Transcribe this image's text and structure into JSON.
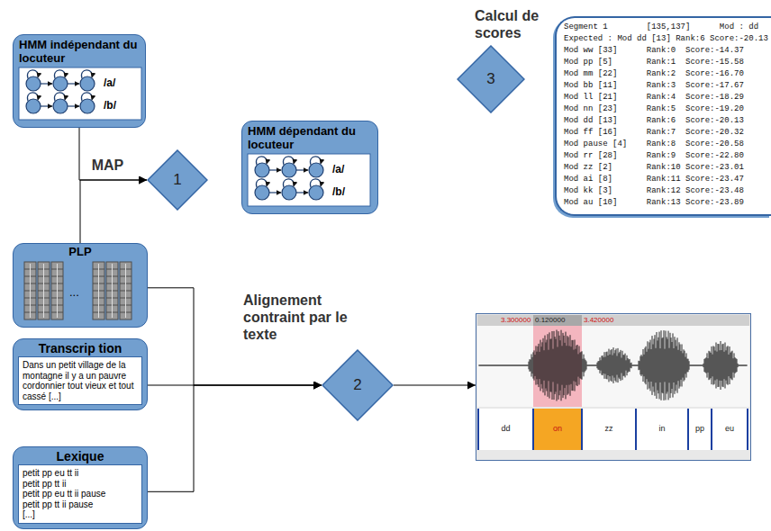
{
  "diagram": {
    "nodes": [
      {
        "text": [
          "HMM indépendant du locuteur",
          "/a/",
          "/b/"
        ]
      },
      {
        "text": [
          "1"
        ]
      },
      {
        "text": [
          "HMM dépendant du locuteur",
          "/a/",
          "/b/"
        ]
      },
      {
        "text": [
          "Calcul de scores",
          "3"
        ]
      },
      {
        "text": [
          "Segment 1        [135,137]      Mod : dd",
          "Expected : Mod dd [13] Rank:6 Score:-20.13",
          "Mod ww [33]      Rank:0  Score:-14.37",
          "Mod pp [5]       Rank:1  Score:-15.58",
          "Mod mm [22]      Rank:2  Score:-16.70",
          "Mod bb [11]      Rank:3  Score:-17.67",
          "Mod ll [21]      Rank:4  Score:-18.29",
          "Mod nn [23]      Rank:5  Score:-19.20",
          "Mod dd [13]      Rank:6  Score:-20.13",
          "Mod ff [16]      Rank:7  Score:-20.32",
          "Mod pause [4]    Rank:8  Score:-20.58",
          "Mod rr [28]      Rank:9  Score:-22.80",
          "Mod zz [2]       Rank:10 Score:-23.01",
          "Mod ai [8]       Rank:11 Score:-23.47",
          "Mod kk [3]       Rank:12 Score:-23.48",
          "Mod au [10]      Rank:13 Score:-23.89"
        ]
      },
      {
        "text": [
          "PLP",
          "..."
        ]
      },
      {
        "text": [
          "Transcrip tion",
          "Dans un petit village de la montagne il y a un pauvre cordonnier tout vieux et tout cassé [...]"
        ]
      },
      {
        "text": [
          "Lexique",
          "petit pp eu tt ii",
          "petit pp tt ii",
          "petit pp eu tt ii pause",
          "petit pp tt ii pause",
          "[...]"
        ]
      },
      {
        "text": [
          "Alignement contraint par le texte",
          "2"
        ]
      },
      {
        "text": [
          "3.300000",
          "0.120000",
          "3.420000",
          "dd",
          "on",
          "zz",
          "in",
          "pp",
          "eu"
        ]
      }
    ],
    "edges": [
      {
        "from": 0,
        "to": 1,
        "label": "MAP",
        "arrow": "to"
      },
      {
        "from": 5,
        "to": 1,
        "arrow": "to"
      },
      {
        "from": 5,
        "to": 8,
        "arrow": "to"
      },
      {
        "from": 6,
        "to": 8,
        "arrow": "to"
      },
      {
        "from": 7,
        "to": 8,
        "arrow": "to"
      },
      {
        "from": 8,
        "to": 9,
        "arrow": "to"
      }
    ]
  }
}
